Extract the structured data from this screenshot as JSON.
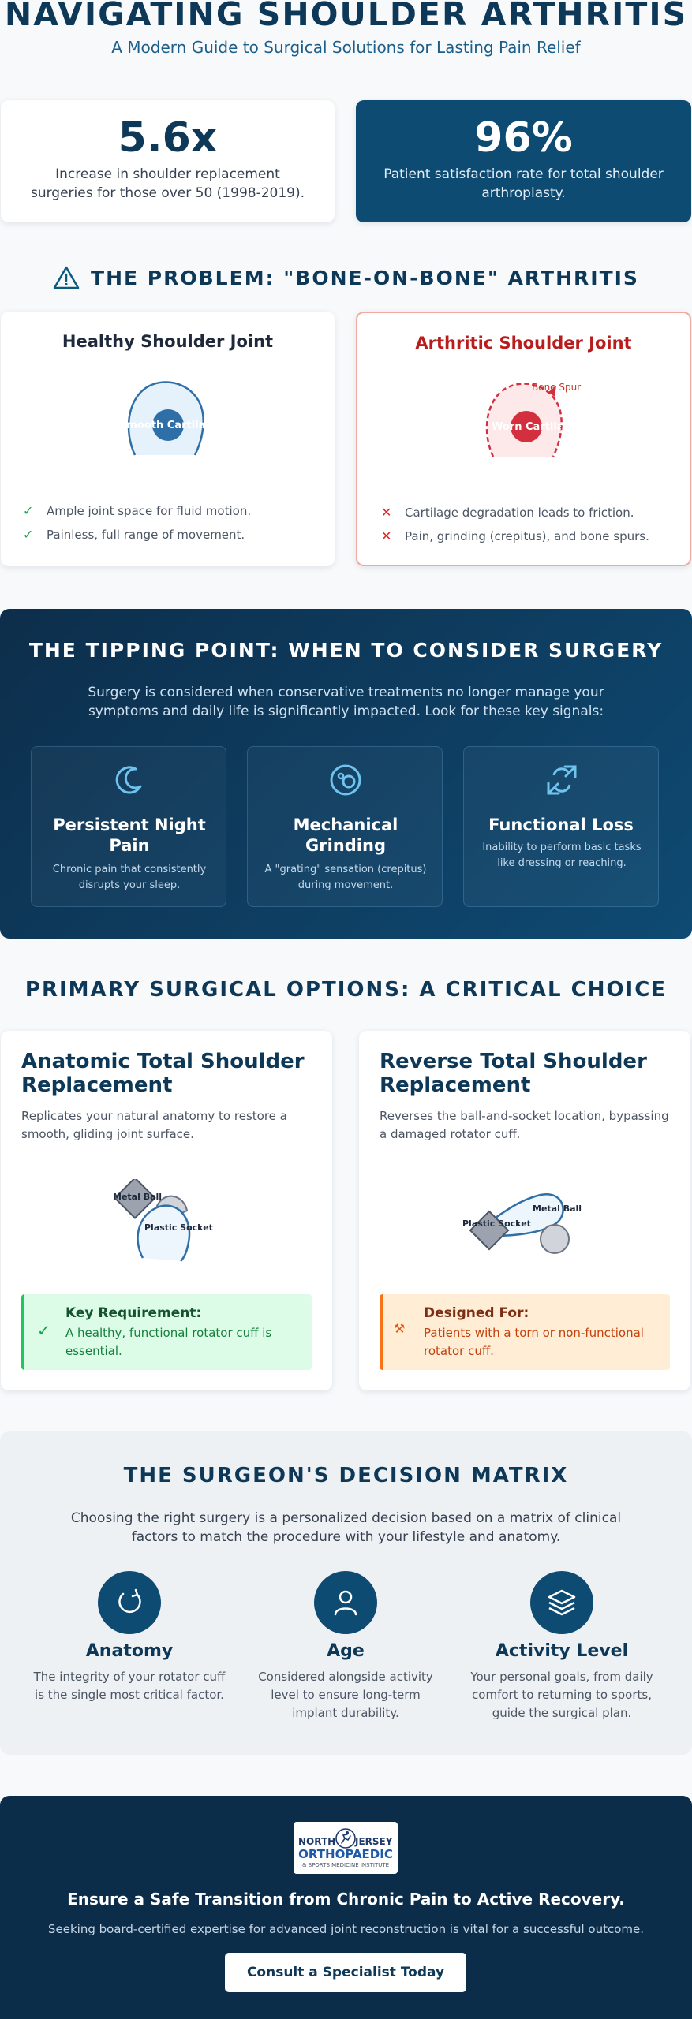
{
  "header": {
    "title": "NAVIGATING SHOULDER ARTHRITIS",
    "subtitle": "A Modern Guide to Surgical Solutions for Lasting Pain Relief"
  },
  "stats": [
    {
      "value": "5.6x",
      "text": "Increase in shoulder replacement surgeries for those over 50 (1998-2019)."
    },
    {
      "value": "96%",
      "text": "Patient satisfaction rate for total shoulder arthroplasty."
    }
  ],
  "problem": {
    "heading": "THE PROBLEM: \"BONE-ON-BONE\" ARTHRITIS",
    "healthy": {
      "title": "Healthy Shoulder Joint",
      "diagram_label": "Smooth Cartilage",
      "bullets": [
        "Ample joint space for fluid motion.",
        "Painless, full range of movement."
      ]
    },
    "arthritic": {
      "title": "Arthritic Shoulder Joint",
      "diagram_label": "Worn Cartilage",
      "spur_label": "Bone Spur",
      "bullets": [
        "Cartilage degradation leads to friction.",
        "Pain, grinding (crepitus), and bone spurs."
      ]
    }
  },
  "tipping": {
    "heading": "THE TIPPING POINT: WHEN TO CONSIDER SURGERY",
    "intro": "Surgery is considered when conservative treatments no longer manage your symptoms and daily life is significantly impacted. Look for these key signals:",
    "signals": [
      {
        "icon": "moon-icon",
        "title": "Persistent Night Pain",
        "text": "Chronic pain that consistently disrupts your sleep."
      },
      {
        "icon": "grinding-icon",
        "title": "Mechanical Grinding",
        "text": "A \"grating\" sensation (crepitus) during movement."
      },
      {
        "icon": "expand-icon",
        "title": "Functional Loss",
        "text": "Inability to perform basic tasks like dressing or reaching."
      }
    ]
  },
  "options": {
    "heading": "PRIMARY SURGICAL OPTIONS: A CRITICAL CHOICE",
    "anatomic": {
      "title": "Anatomic Total Shoulder Replacement",
      "desc": "Replicates your natural anatomy to restore a smooth, gliding joint surface.",
      "label_ball": "Metal Ball",
      "label_socket": "Plastic Socket",
      "req_label": "Key Requirement:",
      "req_text": "A healthy, functional rotator cuff is essential."
    },
    "reverse": {
      "title": "Reverse Total Shoulder Replacement",
      "desc": "Reverses the ball-and-socket location, bypassing a damaged rotator cuff.",
      "label_ball": "Metal Ball",
      "label_socket": "Plastic Socket",
      "req_label": "Designed For:",
      "req_text": "Patients with a torn or non-functional rotator cuff."
    }
  },
  "matrix": {
    "heading": "THE SURGEON'S DECISION MATRIX",
    "intro": "Choosing the right surgery is a personalized decision based on a matrix of clinical factors to match the procedure with your lifestyle and anatomy.",
    "factors": [
      {
        "icon": "refresh-icon",
        "title": "Anatomy",
        "text": "The integrity of your rotator cuff is the single most critical factor."
      },
      {
        "icon": "person-icon",
        "title": "Age",
        "text": "Considered alongside activity level to ensure long-term implant durability."
      },
      {
        "icon": "layers-icon",
        "title": "Activity Level",
        "text": "Your personal goals, from daily comfort to returning to sports, guide the surgical plan."
      }
    ]
  },
  "footer": {
    "logo_line1": "NORTH",
    "logo_line2": "JERSEY",
    "logo_line3": "ORTHOPAEDIC",
    "logo_line4": "& SPORTS MEDICINE INSTITUTE",
    "headline": "Ensure a Safe Transition from Chronic Pain to Active Recovery.",
    "text": "Seeking board-certified expertise for advanced joint reconstruction is vital for a successful outcome.",
    "cta": "Consult a Specialist Today"
  },
  "colors": {
    "navy": "#0d3857",
    "accent_red": "#b91c1c",
    "green": "#16a34a",
    "orange": "#ea580c"
  }
}
